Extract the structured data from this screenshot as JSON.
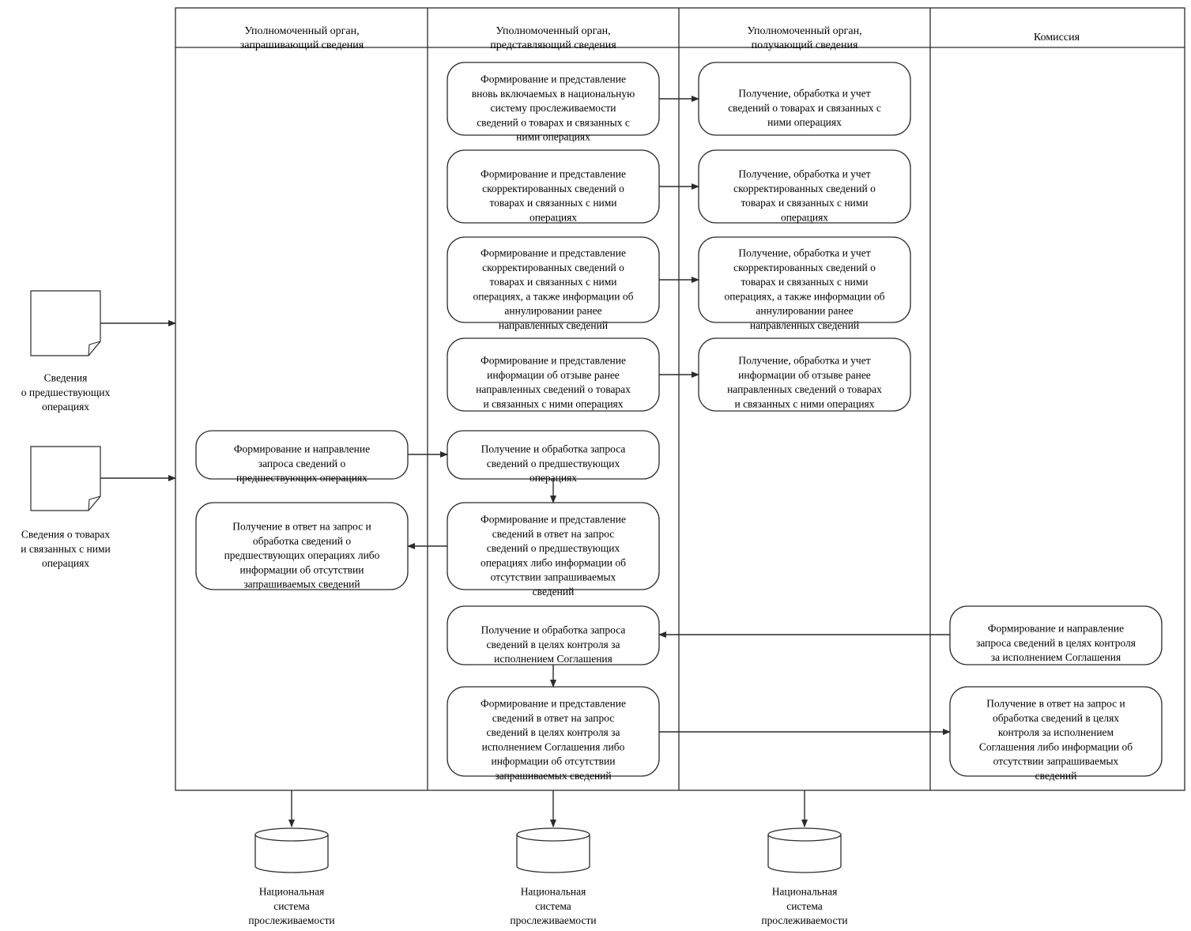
{
  "lanes": [
    {
      "title": [
        "Уполномоченный орган,",
        "запрашивающий сведения"
      ]
    },
    {
      "title": [
        "Уполномоченный орган,",
        "представляющий сведения"
      ]
    },
    {
      "title": [
        "Уполномоченный орган,",
        "получающий сведения"
      ]
    },
    {
      "title": [
        "Комиссия"
      ]
    }
  ],
  "documents": [
    {
      "label": [
        "Сведения",
        "о предшествующих",
        "операциях"
      ]
    },
    {
      "label": [
        "Сведения о товарах",
        "и связанных с ними",
        "операциях"
      ]
    }
  ],
  "databases": [
    {
      "label": [
        "Национальная",
        "система",
        "прослеживаемости"
      ]
    },
    {
      "label": [
        "Национальная",
        "система",
        "прослеживаемости"
      ]
    },
    {
      "label": [
        "Национальная",
        "система",
        "прослеживаемости"
      ]
    }
  ],
  "boxes": {
    "send_form_new": [
      "Формирование и представление",
      "вновь включаемых в национальную",
      "систему прослеживаемости",
      "сведений о товарах и связанных с",
      "ними операциях"
    ],
    "recv_new": [
      "Получение, обработка и учет",
      "сведений о товарах и связанных с",
      "ними операциях"
    ],
    "send_corrected": [
      "Формирование и представление",
      "скорректированных сведений о",
      "товарах и связанных с ними",
      "операциях"
    ],
    "recv_corrected": [
      "Получение, обработка и учет",
      "скорректированных сведений о",
      "товарах и связанных с ними",
      "операциях"
    ],
    "send_corrected_annul": [
      "Формирование и представление",
      "скорректированных сведений о",
      "товарах и связанных с ними",
      "операциях, а также информации об",
      "аннулировании ранее",
      "направленных сведений"
    ],
    "recv_corrected_annul": [
      "Получение, обработка и учет",
      "скорректированных сведений о",
      "товарах и связанных с ними",
      "операциях, а также информации об",
      "аннулировании ранее",
      "направленных сведений"
    ],
    "send_withdraw": [
      "Формирование и представление",
      "информации об отзыве ранее",
      "направленных сведений о товарах",
      "и связанных с ними операциях"
    ],
    "recv_withdraw": [
      "Получение, обработка и учет",
      "информации об отзыве ранее",
      "направленных сведений о товарах",
      "и связанных с ними операциях"
    ],
    "req_form": [
      "Формирование и направление",
      "запроса сведений о",
      "предшествующих операциях"
    ],
    "req_receive": [
      "Получение и обработка запроса",
      "сведений о предшествующих",
      "операциях"
    ],
    "resp_form": [
      "Формирование и представление",
      "сведений в ответ на запрос",
      "сведений о предшествующих",
      "операциях либо информации об",
      "отсутствии запрашиваемых",
      "сведений"
    ],
    "resp_receive": [
      "Получение в ответ на запрос и",
      "обработка сведений о",
      "предшествующих операциях либо",
      "информации об отсутствии",
      "запрашиваемых сведений"
    ],
    "ctrl_receive": [
      "Получение и обработка запроса",
      "сведений в целях контроля за",
      "исполнением Соглашения"
    ],
    "ctrl_req_form": [
      "Формирование и направление",
      "запроса сведений в целях контроля",
      "за исполнением Соглашения"
    ],
    "ctrl_resp_form": [
      "Формирование и представление",
      "сведений в ответ на запрос",
      "сведений в целях контроля за",
      "исполнением Соглашения либо",
      "информации об отсутствии",
      "запрашиваемых сведений"
    ],
    "ctrl_resp_receive": [
      "Получение в ответ на запрос и",
      "обработка сведений в целях",
      "контроля за исполнением",
      "Соглашения либо информации об",
      "отсутствии запрашиваемых",
      "сведений"
    ]
  }
}
